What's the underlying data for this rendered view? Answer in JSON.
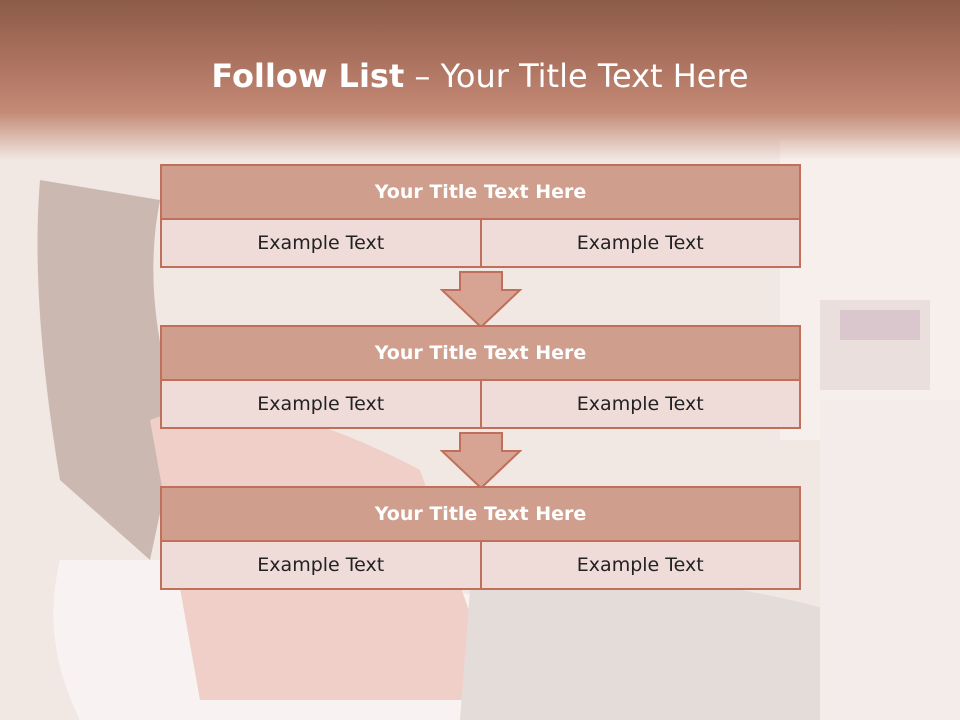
{
  "title": {
    "main": "Follow List",
    "separator": "–",
    "sub": "Your Title Text Here"
  },
  "blocks": [
    {
      "heading": "Your Title Text Here",
      "left": "Example Text",
      "right": "Example Text"
    },
    {
      "heading": "Your Title Text Here",
      "left": "Example Text",
      "right": "Example Text"
    },
    {
      "heading": "Your Title Text Here",
      "left": "Example Text",
      "right": "Example Text"
    }
  ],
  "colors": {
    "header": "#a9705d",
    "block_header": "#cf9e8c",
    "cell": "#efdcd8",
    "border": "#c0705a",
    "arrow": "#d7a493"
  }
}
